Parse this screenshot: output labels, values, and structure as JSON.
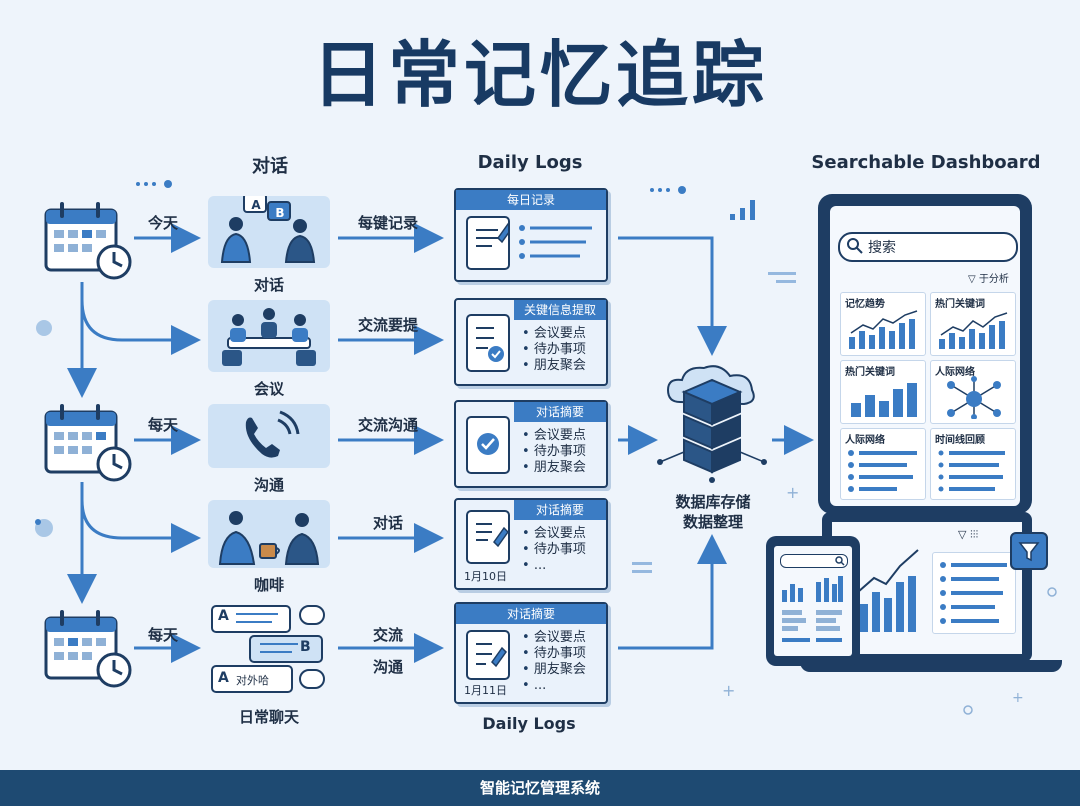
{
  "title": "日常记忆追踪",
  "columns": {
    "conversations": "对话",
    "daily_logs": "Daily Logs",
    "dashboard": "Searchable Dashboard",
    "daily_logs_bottom": "Daily Logs"
  },
  "timeline": {
    "today": "今天",
    "everyday1": "每天",
    "everyday2": "每天"
  },
  "sources": [
    {
      "label": "对话",
      "arrow": "每键记录"
    },
    {
      "label": "会议",
      "arrow": "交流要提"
    },
    {
      "label": "沟通",
      "arrow": "交流沟通"
    },
    {
      "label": "咖啡",
      "arrow": "对话"
    },
    {
      "label": "日常聊天",
      "arrow_line1": "交流",
      "arrow_line2": "沟通"
    }
  ],
  "bubbles": {
    "a1": "A",
    "b1": "B",
    "a2": "A",
    "b2": "B",
    "a3": "A",
    "a3_text": "对外哈"
  },
  "logs": [
    {
      "header": "每日记录",
      "items": []
    },
    {
      "header": "关键信息提取",
      "items": [
        "会议要点",
        "待办事项",
        "朋友聚会"
      ]
    },
    {
      "header": "对话摘要",
      "items": [
        "会议要点",
        "待办事项",
        "朋友聚会"
      ]
    },
    {
      "header": "对话摘要",
      "items": [
        "会议要点",
        "待办事项",
        "..."
      ],
      "date": "1月10日"
    },
    {
      "header": "对话摘要",
      "items": [
        "会议要点",
        "待办事项",
        "朋友聚会",
        "..."
      ],
      "date": "1月11日"
    }
  ],
  "database": {
    "line1": "数据库存储",
    "line2": "数据整理"
  },
  "dashboard": {
    "search_placeholder": "搜索",
    "filter_label": "于分析",
    "panels": [
      "记忆趋势",
      "热门关键词",
      "热门关键词",
      "人际网络",
      "人际网络",
      "时间线回顾"
    ],
    "laptop_toolbar": "▽ ⫶⫶⫶"
  },
  "footer": "智能记忆管理系统",
  "colors": {
    "navy": "#1e3d63",
    "accent": "#3b7cc4",
    "background": "#eef4fb",
    "footer": "#1e4a72"
  }
}
